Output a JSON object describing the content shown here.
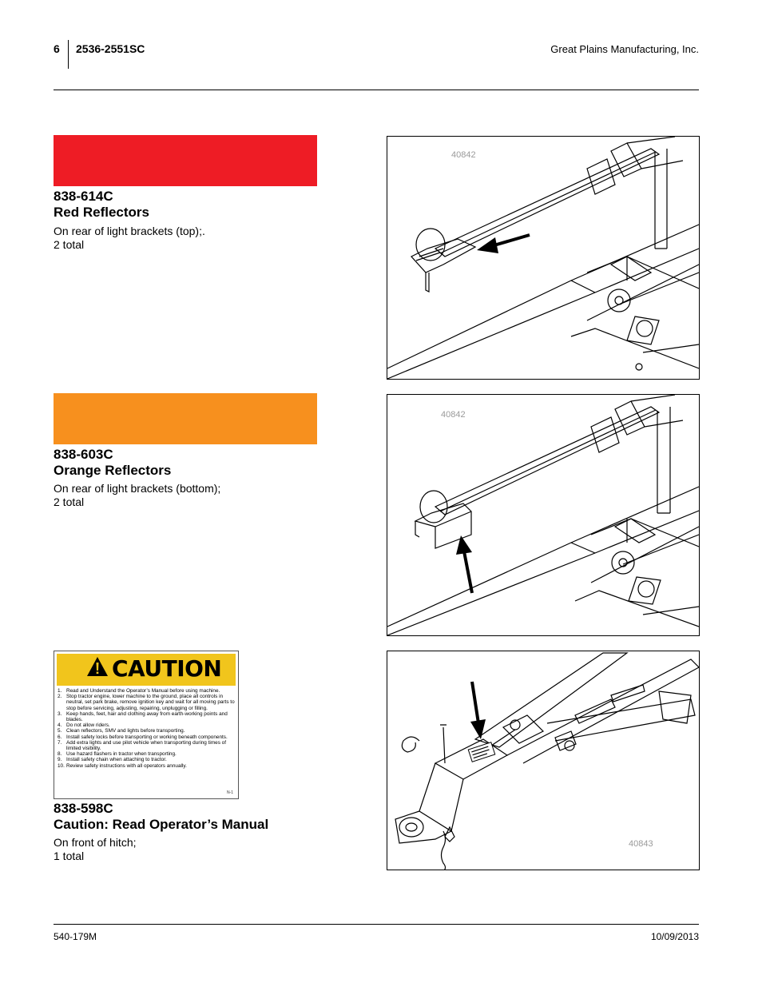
{
  "header": {
    "page_number": "6",
    "model": "2536-2551SC",
    "company": "Great Plains Manufacturing, Inc."
  },
  "footer": {
    "doc_number": "540-179M",
    "date": "10/09/2013"
  },
  "colors": {
    "red_reflector": "#ee1c25",
    "orange_reflector": "#f7901e",
    "caution_yellow": "#f1c51c"
  },
  "items": [
    {
      "part_number": "838-614C",
      "title": "Red Reflectors",
      "description": [
        "On rear of light brackets (top);.",
        "2 total"
      ],
      "figure_id": "40842"
    },
    {
      "part_number": "838-603C",
      "title": "Orange Reflectors",
      "description": [
        "On rear of light brackets (bottom);",
        "2 total"
      ],
      "figure_id": "40842"
    },
    {
      "part_number": "838-598C",
      "title": "Caution: Read Operator’s Manual",
      "description": [
        "On front of hitch;",
        "1 total"
      ],
      "figure_id": "40843"
    }
  ],
  "caution_decal": {
    "heading": "CAUTION",
    "lines": [
      {
        "n": "1.",
        "t": "Read and Understand the Operator’s Manual before using machine."
      },
      {
        "n": "2.",
        "t": "Stop tractor engine, lower machine to the ground, place all controls in neutral, set park brake, remove ignition key and wait for all moving parts to stop before servicing, adjusting, repairing, unplugging or filling."
      },
      {
        "n": "3.",
        "t": "Keep hands, feet, hair and clothing away from earth-working points and blades."
      },
      {
        "n": "4.",
        "t": "Do not allow riders."
      },
      {
        "n": "5.",
        "t": "Clean reflectors, SMV and lights before transporting."
      },
      {
        "n": "6.",
        "t": "Install safety locks before transporting or working beneath components."
      },
      {
        "n": "7.",
        "t": "Add extra lights and use pilot vehicle when transporting during times of limited visibility."
      },
      {
        "n": "8.",
        "t": "Use hazard flashers in tractor when transporting."
      },
      {
        "n": "9.",
        "t": "Install safety chain when attaching to tractor."
      },
      {
        "n": "10.",
        "t": "Review safety instructions with all operators annually."
      }
    ],
    "code": "N-1"
  }
}
